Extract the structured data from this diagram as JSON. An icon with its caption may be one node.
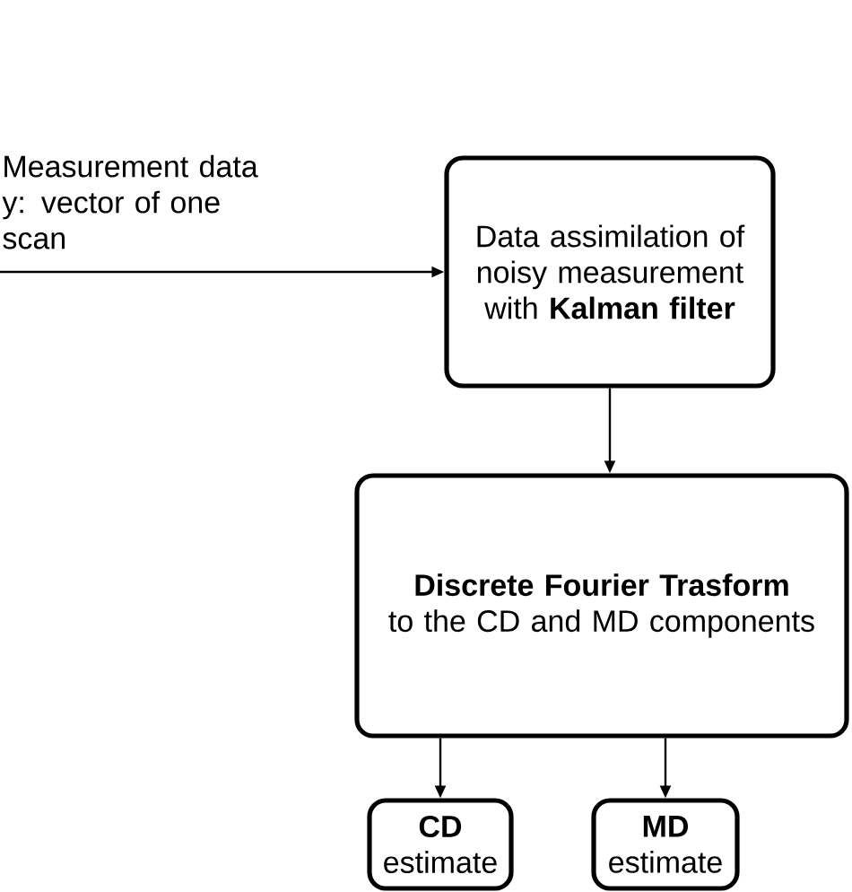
{
  "diagram": {
    "nodes": [
      {
        "text": [
          "Data assimilation of noisy measurement with **Kalman filter**"
        ]
      },
      {
        "text": [
          "Discrete Fourier Trasform",
          "to the CD and MD components"
        ]
      },
      {
        "text": [
          "CD",
          "estimate"
        ]
      },
      {
        "text": [
          "MD",
          "estimate"
        ]
      }
    ],
    "edges": [
      {
        "from": null,
        "to": 0,
        "arrow": "to",
        "label": "Measurement data y: vector of one scan"
      },
      {
        "from": 0,
        "to": 1,
        "arrow": "to"
      },
      {
        "from": 1,
        "to": 2,
        "arrow": "to"
      },
      {
        "from": 1,
        "to": 3,
        "arrow": "to"
      }
    ]
  }
}
